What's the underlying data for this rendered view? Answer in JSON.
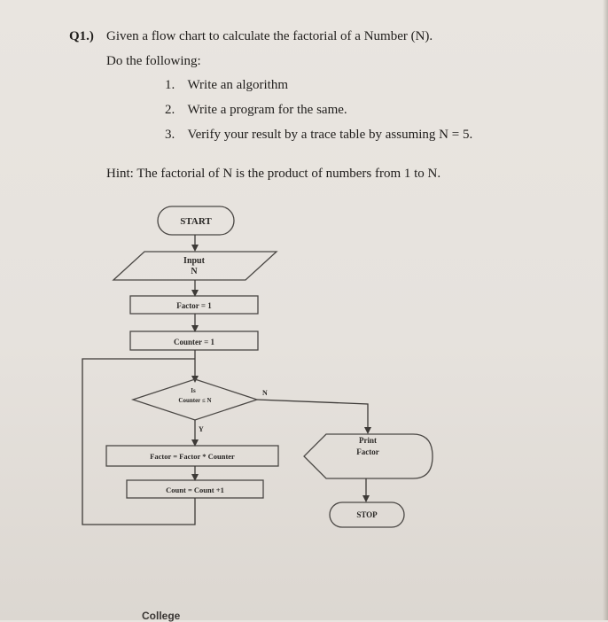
{
  "question": {
    "label": "Q1.)",
    "line1": "Given a flow chart to calculate the factorial of a Number (N).",
    "line2": "Do the following:",
    "steps": [
      {
        "num": "1.",
        "text": "Write an algorithm"
      },
      {
        "num": "2.",
        "text": "Write a program for the same."
      },
      {
        "num": "3.",
        "text": "Verify your result by a trace table by assuming N = 5."
      }
    ],
    "hint": "Hint: The factorial of N is the product of numbers from 1 to N."
  },
  "flowchart": {
    "start": "START",
    "input_line1": "Input",
    "input_line2": "N",
    "factor_init": "Factor = 1",
    "counter_init": "Counter = 1",
    "decision_line1": "Is",
    "decision_line2": "Counter ≤ N",
    "no_label": "N",
    "yes_label": "Y",
    "multiply": "Factor = Factor * Counter",
    "increment": "Count = Count +1",
    "print_line1": "Print",
    "print_line2": "Factor",
    "stop": "STOP"
  },
  "footer": {
    "partial_text": "College"
  }
}
